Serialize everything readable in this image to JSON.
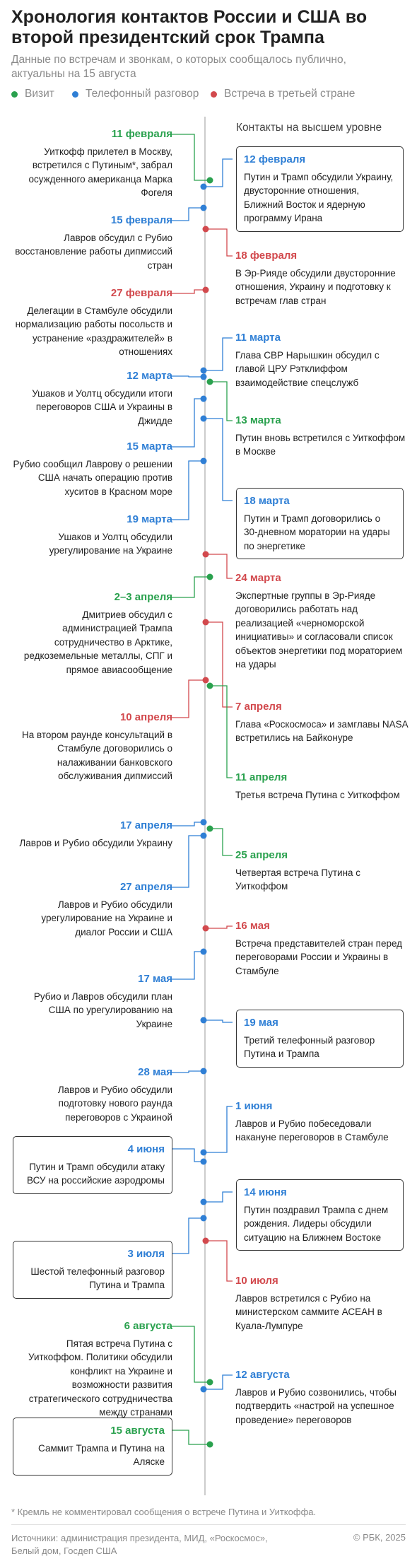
{
  "header": {
    "title": "Хронология контактов России и США во второй президентский срок Трампа",
    "subtitle": "Данные по встречам и звонкам, о которых сообщалось публично, актуальны на 15 августа"
  },
  "legend": [
    {
      "label": "Визит",
      "color": "#2aa14e"
    },
    {
      "label": "Телефонный разговор",
      "color": "#2f7fd5"
    },
    {
      "label": "Встреча в третьей стране",
      "color": "#d2494d"
    }
  ],
  "axis_header": "Контакты на высшем уровне",
  "colors": {
    "visit": "#2aa14e",
    "call": "#2f7fd5",
    "third": "#d2494d",
    "axis": "#cccccc"
  },
  "events": [
    {
      "date": "11 февраля",
      "text": "Уиткофф прилетел в Москву, встретился с Путиным*, забрал осужденного американца Марка Фогеля",
      "type": "visit",
      "side": "left",
      "boxed": false
    },
    {
      "date": "12 февраля",
      "text": "Путин и Трамп обсудили Украину, двусторонние отношения, Ближний Восток и ядерную программу Ирана",
      "type": "call",
      "side": "right",
      "boxed": true
    },
    {
      "date": "15 февраля",
      "text": "Лавров обсудил с Рубио восстановление работы дипмиссий стран",
      "type": "call",
      "side": "left",
      "boxed": false
    },
    {
      "date": "18 февраля",
      "text": "В Эр-Рияде обсудили двусторонние отношения, Украину и подготовку к встречам глав стран",
      "type": "third",
      "side": "right",
      "boxed": false
    },
    {
      "date": "27 февраля",
      "text": "Делегации в Стамбуле обсудили нормализацию работы посольств и устранение «раздражителей» в отношениях",
      "type": "third",
      "side": "left",
      "boxed": false
    },
    {
      "date": "11 марта",
      "text": "Глава СВР Нарышкин обсудил с главой ЦРУ Рэтклиффом взаимодействие спецслужб",
      "type": "call",
      "side": "right",
      "boxed": false
    },
    {
      "date": "12 марта",
      "text": "Ушаков и Уолтц обсудили итоги переговоров США и Украины в Джидде",
      "type": "call",
      "side": "left",
      "boxed": false
    },
    {
      "date": "13 марта",
      "text": "Путин вновь встретился с Уиткоффом в Москве",
      "type": "visit",
      "side": "right",
      "boxed": false
    },
    {
      "date": "15 марта",
      "text": "Рубио сообщил Лаврову о решении США начать операцию против хуситов в Красном море",
      "type": "call",
      "side": "left",
      "boxed": false
    },
    {
      "date": "18 марта",
      "text": "Путин и Трамп договорились о 30-дневном моратории на удары по энергетике",
      "type": "call",
      "side": "right",
      "boxed": true
    },
    {
      "date": "19 марта",
      "text": "Ушаков и Уолтц обсудили урегулирование на Украине",
      "type": "call",
      "side": "left",
      "boxed": false
    },
    {
      "date": "24 марта",
      "text": "Экспертные группы в Эр-Рияде договорились работать над реализацией «черноморской инициативы» и согласовали список объектов энергетики под мораторием на удары",
      "type": "third",
      "side": "right",
      "boxed": false
    },
    {
      "date": "2–3 апреля",
      "text": "Дмитриев обсудил с администрацией Трампа сотрудничество в Арктике, редкоземельные металлы, СПГ и прямое авиасообщение",
      "type": "visit",
      "side": "left",
      "boxed": false
    },
    {
      "date": "7 апреля",
      "text": "Глава «Роскосмоса» и замглавы NASA встретились на Байконуре",
      "type": "third",
      "side": "right",
      "boxed": false
    },
    {
      "date": "10 апреля",
      "text": "На втором раунде консультаций в Стамбуле договорились о налаживании банковского обслуживания дипмиссий",
      "type": "third",
      "side": "left",
      "boxed": false
    },
    {
      "date": "11 апреля",
      "text": "Третья встреча Путина с Уиткоффом",
      "type": "visit",
      "side": "right",
      "boxed": false
    },
    {
      "date": "17 апреля",
      "text": "Лавров и Рубио обсудили Украину",
      "type": "call",
      "side": "left",
      "boxed": false
    },
    {
      "date": "25 апреля",
      "text": "Четвертая встреча Путина с Уиткоффом",
      "type": "visit",
      "side": "right",
      "boxed": false
    },
    {
      "date": "27 апреля",
      "text": "Лавров и Рубио обсудили урегулирование на Украине и диалог России и США",
      "type": "call",
      "side": "left",
      "boxed": false
    },
    {
      "date": "16 мая",
      "text": "Встреча представителей стран перед переговорами России и Украины в Стамбуле",
      "type": "third",
      "side": "right",
      "boxed": false
    },
    {
      "date": "17 мая",
      "text": "Рубио и Лавров обсудили план США по урегулированию на Украине",
      "type": "call",
      "side": "left",
      "boxed": false
    },
    {
      "date": "19 мая",
      "text": "Третий телефонный разговор Путина и Трампа",
      "type": "call",
      "side": "right",
      "boxed": true
    },
    {
      "date": "28 мая",
      "text": "Лавров и Рубио обсудили подготовку нового раунда переговоров с Украиной",
      "type": "call",
      "side": "left",
      "boxed": false
    },
    {
      "date": "1 июня",
      "text": "Лавров и Рубио побеседовали накануне переговоров в Стамбуле",
      "type": "call",
      "side": "right",
      "boxed": false
    },
    {
      "date": "4 июня",
      "text": "Путин и Трамп обсудили атаку ВСУ на российские аэродромы",
      "type": "call",
      "side": "left",
      "boxed": true
    },
    {
      "date": "14 июня",
      "text": "Путин поздравил Трампа с днем рождения. Лидеры обсудили ситуацию на Ближнем Востоке",
      "type": "call",
      "side": "right",
      "boxed": true
    },
    {
      "date": "3 июля",
      "text": "Шестой телефонный разговор Путина и Трампа",
      "type": "call",
      "side": "left",
      "boxed": true
    },
    {
      "date": "10 июля",
      "text": "Лавров встретился с Рубио на министерском саммите АСЕАН в Куала-Лумпуре",
      "type": "third",
      "side": "right",
      "boxed": false
    },
    {
      "date": "6 августа",
      "text": "Пятая встреча Путина с Уиткоффом. Политики обсудили конфликт на Украине и возможности развития стратегического сотрудничества между странами",
      "type": "visit",
      "side": "left",
      "boxed": false
    },
    {
      "date": "12 августа",
      "text": "Лавров и Рубио созвонились, чтобы подтвердить «настрой на успешное проведение» переговоров",
      "type": "call",
      "side": "right",
      "boxed": false
    },
    {
      "date": "15 августа",
      "text": "Саммит Трампа и Путина на Аляске",
      "type": "visit",
      "side": "left",
      "boxed": true
    }
  ],
  "footnote": "* Кремль не комментировал сообщения о встрече Путина и Уиткоффа.",
  "sources": "Источники: администрация президента, МИД, «Роскосмос», Белый дом, Госдеп США",
  "copyright": "© РБК, 2025"
}
